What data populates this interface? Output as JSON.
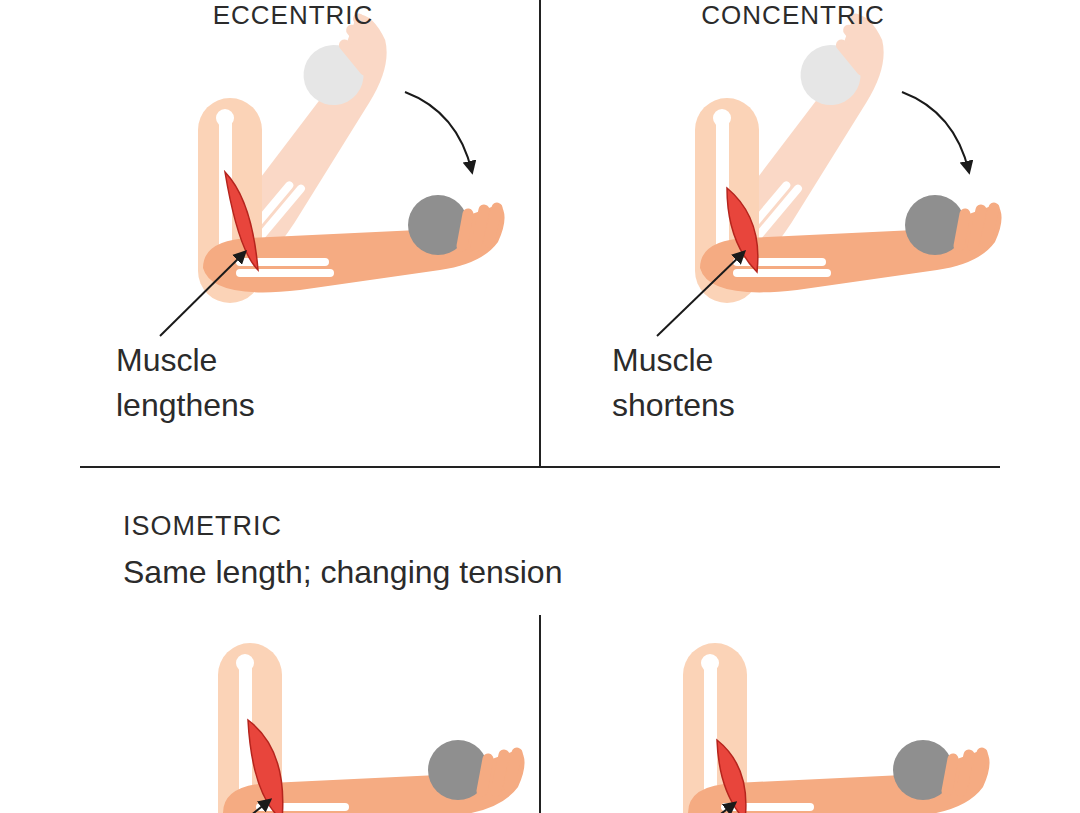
{
  "diagram": {
    "labels": [
      "ECCENTRIC",
      "CONCENTRIC",
      "Muscle lengthens",
      "Muscle shortens",
      "ISOMETRIC",
      "Same length; changing tension"
    ]
  }
}
